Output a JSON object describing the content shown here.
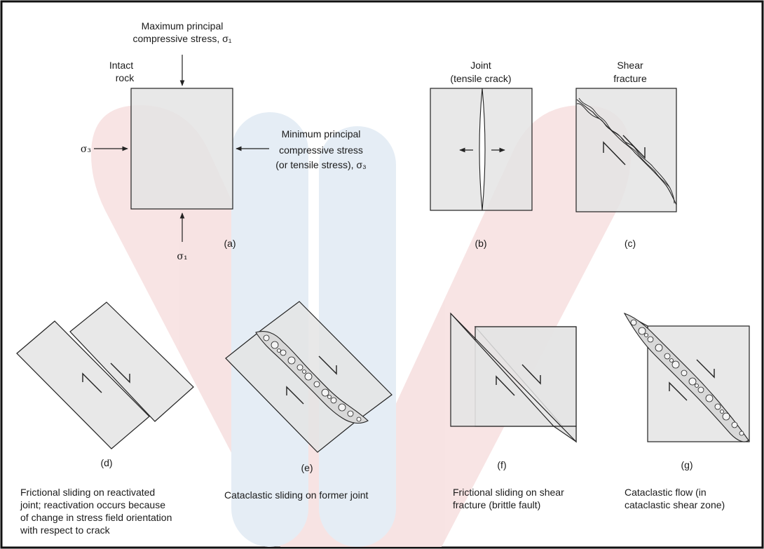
{
  "panel_a": {
    "max_stress_line1": "Maximum principal",
    "max_stress_line2": "compressive stress, σ₁",
    "intact_line1": "Intact",
    "intact_line2": "rock",
    "sigma3_left": "σ₃",
    "min_stress_line1": "Minimum principal",
    "min_stress_line2": "compressive stress",
    "min_stress_line3": "(or tensile stress), σ₃",
    "sigma1_bottom": "σ₁",
    "label": "(a)"
  },
  "panel_b": {
    "title_line1": "Joint",
    "title_line2": "(tensile crack)",
    "label": "(b)"
  },
  "panel_c": {
    "title_line1": "Shear",
    "title_line2": "fracture",
    "label": "(c)"
  },
  "panel_d": {
    "label": "(d)",
    "caption_lines": [
      "Frictional sliding on reactivated",
      "joint; reactivation occurs because",
      "of change in stress field orientation",
      "with respect to crack"
    ]
  },
  "panel_e": {
    "label": "(e)",
    "caption_lines": [
      "Cataclastic sliding on former joint"
    ]
  },
  "panel_f": {
    "label": "(f)",
    "caption_lines": [
      "Frictional sliding on shear",
      "fracture (brittle fault)"
    ]
  },
  "panel_g": {
    "label": "(g)",
    "caption_lines": [
      "Cataclastic flow (in",
      "cataclastic shear zone)"
    ]
  },
  "colors": {
    "block_fill": "#e4e4e4",
    "stroke": "#222222",
    "watermark_red": "#f6dede",
    "watermark_blue": "#e2ebf3"
  }
}
